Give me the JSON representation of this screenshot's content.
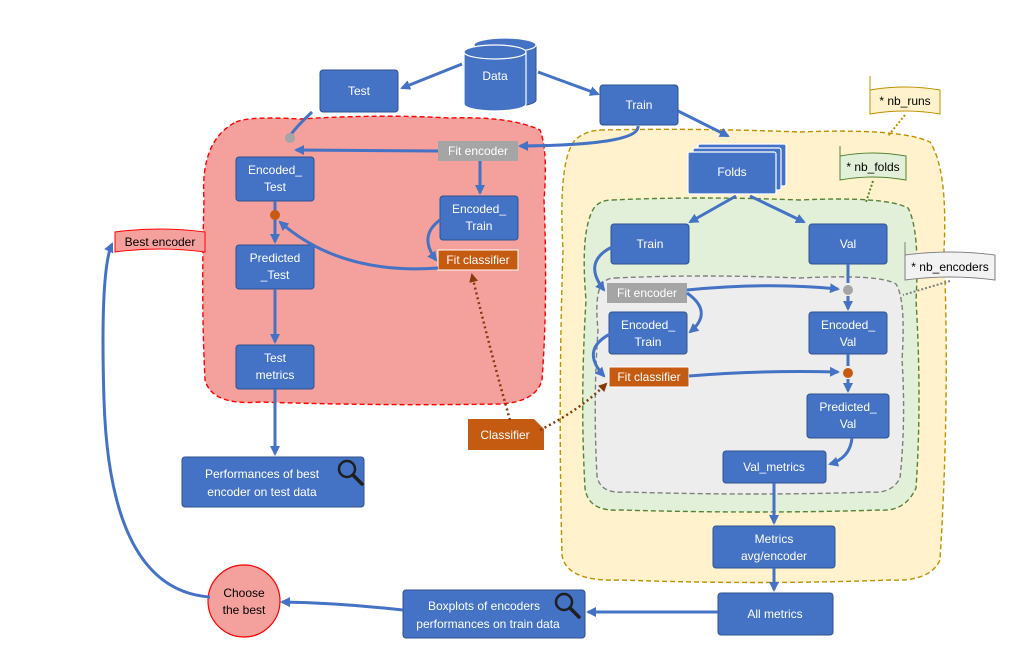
{
  "nodes": {
    "data": "Data",
    "test": "Test",
    "train_top": "Train",
    "fit_encoder_test": "Fit encoder",
    "encoded_test": [
      "Encoded_",
      "Test"
    ],
    "encoded_train_test": [
      "Encoded_",
      "Train"
    ],
    "fit_classifier_test": "Fit classifier",
    "predicted_test": [
      "Predicted",
      "_Test"
    ],
    "test_metrics": [
      "Test",
      "metrics"
    ],
    "performances_best": [
      "Performances of best",
      "encoder on test data"
    ],
    "best_encoder": "Best encoder",
    "choose_best": [
      "Choose",
      "the best"
    ],
    "classifier": "Classifier",
    "folds": "Folds",
    "train_cv": "Train",
    "val_cv": "Val",
    "fit_encoder_cv": "Fit encoder",
    "encoded_train_cv": [
      "Encoded_",
      "Train"
    ],
    "encoded_val_cv": [
      "Encoded_",
      "Val"
    ],
    "fit_classifier_cv": "Fit classifier",
    "predicted_val": [
      "Predicted_",
      "Val"
    ],
    "val_metrics": "Val_metrics",
    "metrics_avg": [
      "Metrics",
      "avg/encoder"
    ],
    "all_metrics": "All metrics",
    "boxplots": [
      "Boxplots of encoders",
      "performances on train data"
    ]
  },
  "flags": {
    "nb_runs": "* nb_runs",
    "nb_folds": "* nb_folds",
    "nb_encoders": "* nb_encoders"
  },
  "colors": {
    "node_blue": "#4472c4",
    "arrow_blue": "#4472c4",
    "gray_box": "#a5a5a5",
    "orange_box": "#c55a11",
    "red_region": "#f4a09c",
    "yellow_region": "#fff2cc",
    "green_region": "#e2f0d9",
    "gray_region": "#ededed"
  }
}
